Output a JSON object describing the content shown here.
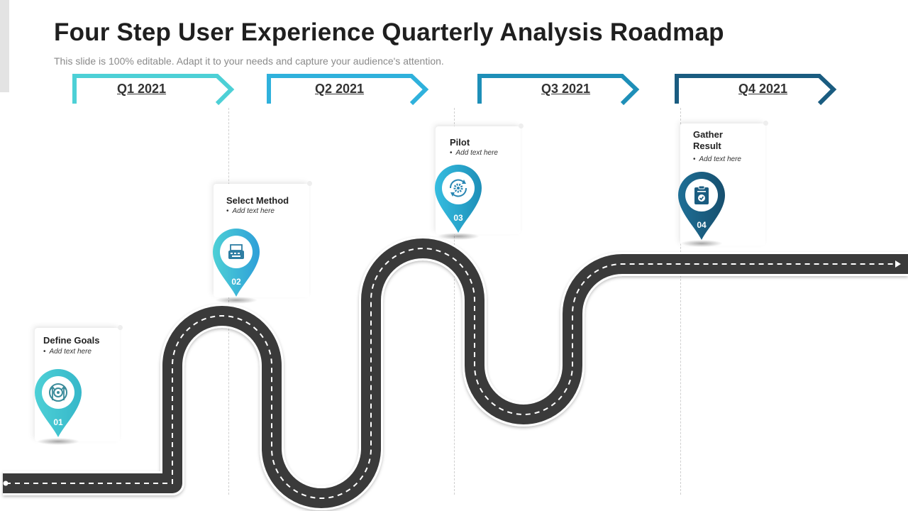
{
  "header": {
    "title": "Four Step User Experience Quarterly Analysis Roadmap",
    "subtitle": "This slide is 100% editable. Adapt it to your needs and capture your audience's attention."
  },
  "quarters": [
    {
      "label": "Q1 2021",
      "color": "#4dd0d6"
    },
    {
      "label": "Q2 2021",
      "color": "#2fb1dc"
    },
    {
      "label": "Q3 2021",
      "color": "#1e8fb8"
    },
    {
      "label": "Q4 2021",
      "color": "#1a5c80"
    }
  ],
  "steps": [
    {
      "title": "Define Goals",
      "text": "Add text here",
      "number": "01",
      "icon": "target-goals-icon",
      "color": "#4dd0d6"
    },
    {
      "title": "Select Method",
      "text": "Add text here",
      "number": "02",
      "icon": "typewriter-icon",
      "color": "#35bde0"
    },
    {
      "title": "Pilot",
      "text": "Add text here",
      "number": "03",
      "icon": "cycle-gear-icon",
      "color": "#2a9cd0"
    },
    {
      "title": "Gather Result",
      "text": "Add text here",
      "number": "04",
      "icon": "clipboard-check-icon",
      "color": "#1a5c80"
    }
  ],
  "colors": {
    "road": "#3a3a3a",
    "road_edge": "#ffffff",
    "road_dash": "#ffffff"
  }
}
